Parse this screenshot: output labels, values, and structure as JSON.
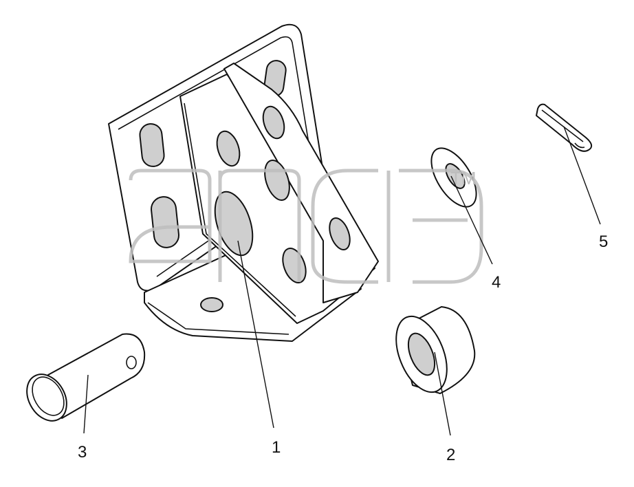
{
  "callouts": [
    {
      "label": "1"
    },
    {
      "label": "2"
    },
    {
      "label": "3"
    },
    {
      "label": "4"
    },
    {
      "label": "5"
    }
  ],
  "watermark": {
    "mark": "TM"
  },
  "colors": {
    "line": "#111111",
    "hole": "#cfcfcf",
    "watermark": "#bdbdbd"
  }
}
